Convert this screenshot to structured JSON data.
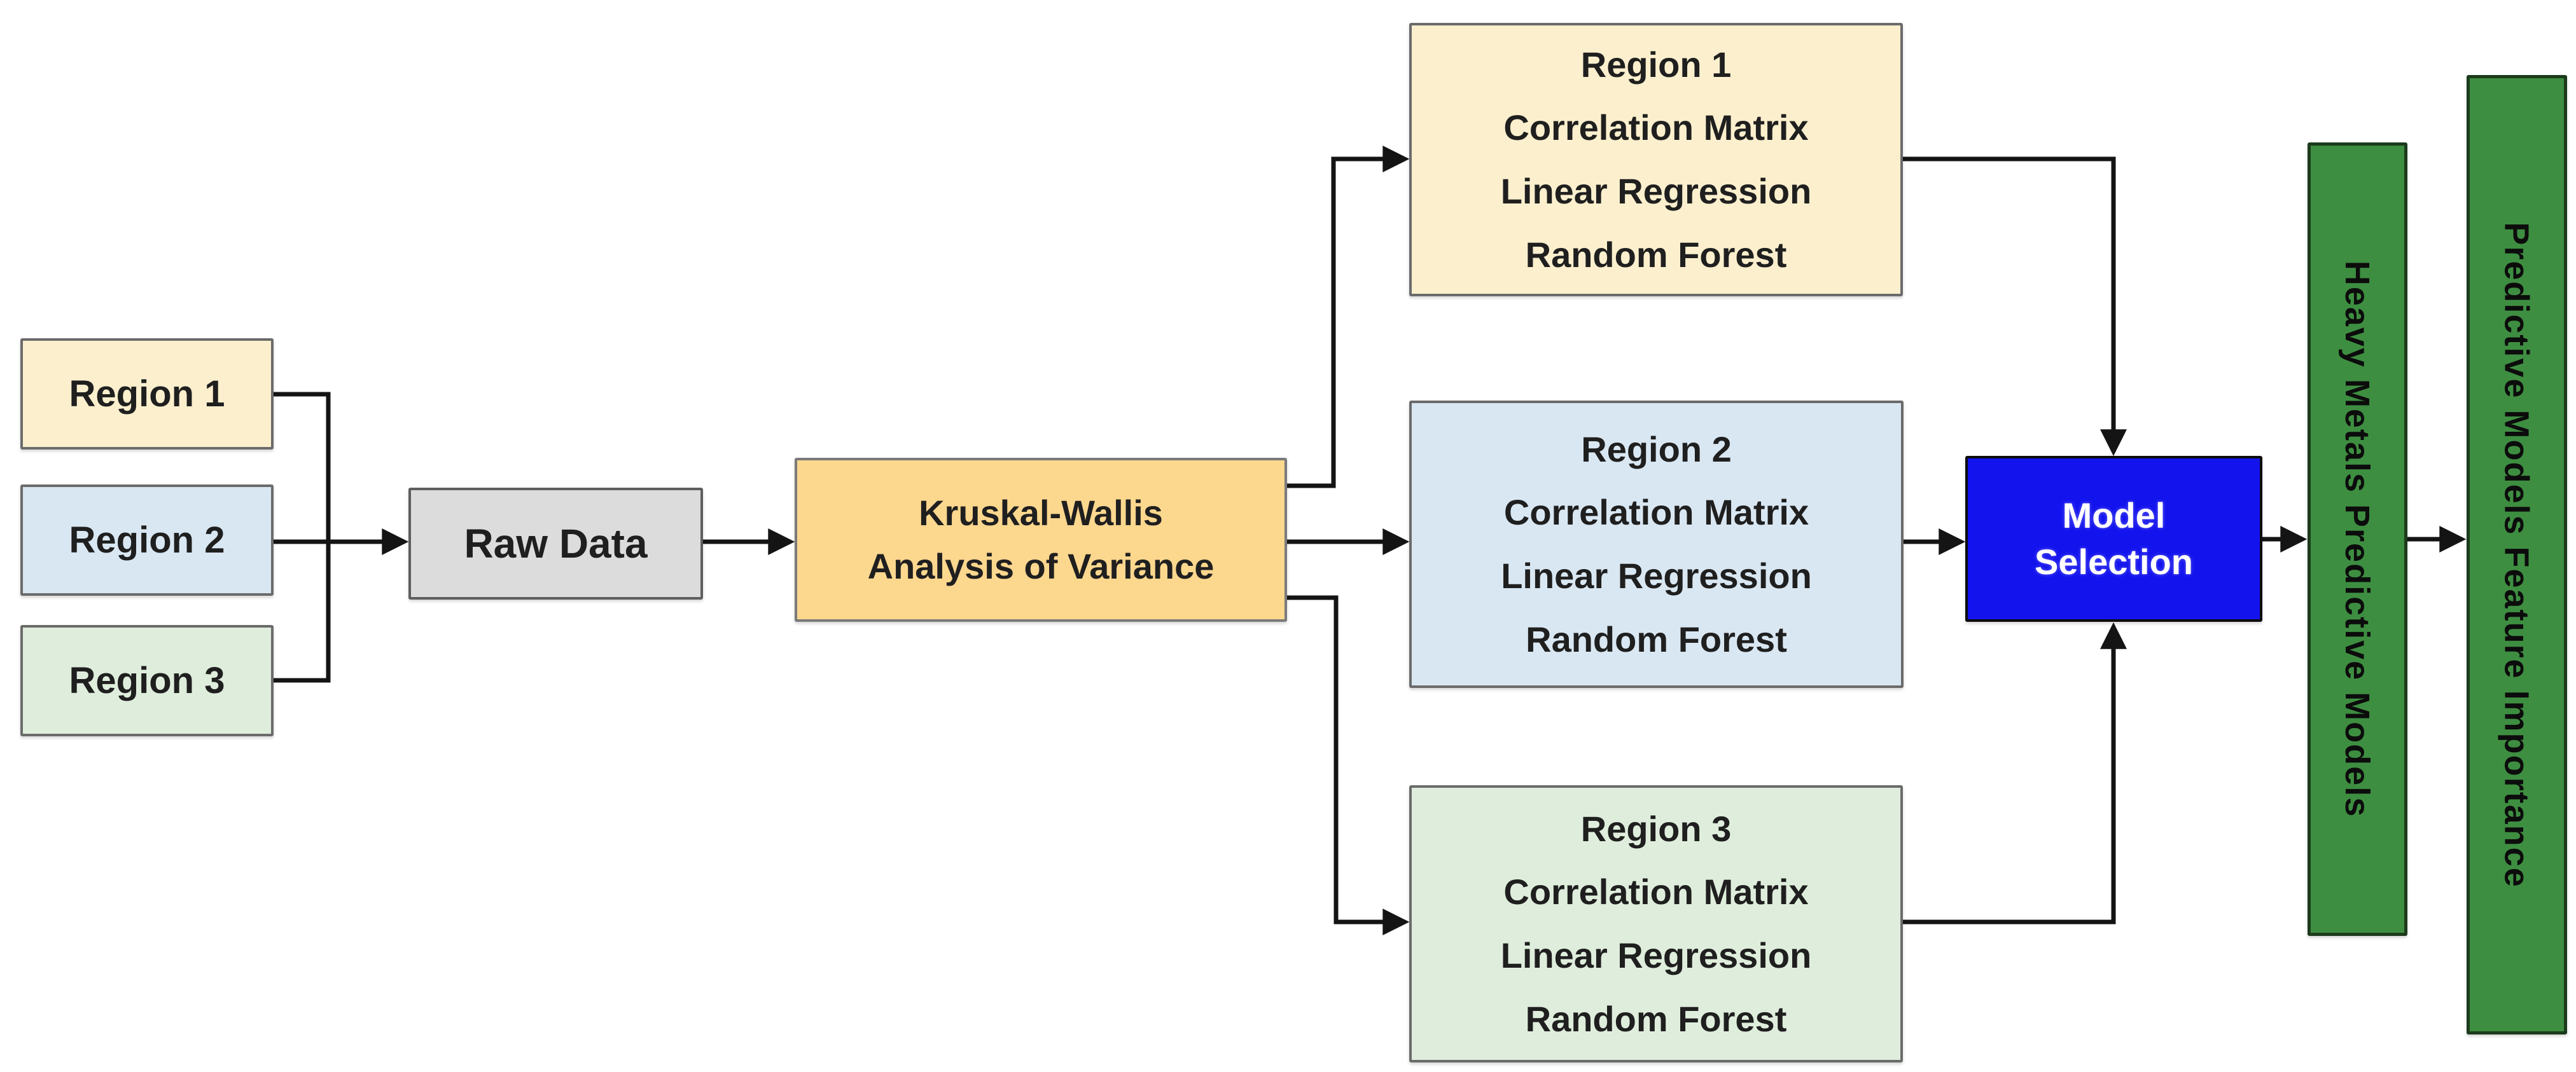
{
  "diagram": {
    "type": "flowchart",
    "nodes": {
      "region1": {
        "label": "Region 1"
      },
      "region2": {
        "label": "Region 2"
      },
      "region3": {
        "label": "Region 3"
      },
      "raw_data": {
        "label": "Raw Data"
      },
      "kruskal_wallis": {
        "lines": [
          "Kruskal-Wallis",
          "Analysis of Variance"
        ]
      },
      "region1_analysis": {
        "lines": [
          "Region 1",
          "Correlation Matrix",
          "Linear Regression",
          "Random Forest"
        ]
      },
      "region2_analysis": {
        "lines": [
          "Region 2",
          "Correlation Matrix",
          "Linear Regression",
          "Random Forest"
        ]
      },
      "region3_analysis": {
        "lines": [
          "Region 3",
          "Correlation Matrix",
          "Linear Regression",
          "Random Forest"
        ]
      },
      "model_selection": {
        "lines": [
          "Model",
          "Selection"
        ]
      },
      "heavy_metals_models": {
        "label": "Heavy Metals Predictive Models"
      },
      "feature_importance": {
        "label": "Predictive Models Feature Importance"
      }
    },
    "flow": [
      "Region 1 + Region 2 + Region 3 -> Raw Data",
      "Raw Data -> Kruskal-Wallis Analysis of Variance",
      "Kruskal-Wallis Analysis of Variance -> Region 1 / Region 2 / Region 3 analyses",
      "Region analyses -> Model Selection",
      "Model Selection -> Heavy Metals Predictive Models",
      "Heavy Metals Predictive Models -> Predictive Models Feature Importance"
    ],
    "colors": {
      "region1_fill": "#FBEFCD",
      "region2_fill": "#D9E7F2",
      "region3_fill": "#DFEEDC",
      "raw_data_fill": "#DCDCDC",
      "kruskal_fill": "#FCD78E",
      "model_selection_fill": "#1313EE",
      "model_selection_text": "#FFFFFF",
      "green_fill": "#3E8E41",
      "connector_color": "#141414",
      "node_text": "#1F1F1F"
    }
  }
}
